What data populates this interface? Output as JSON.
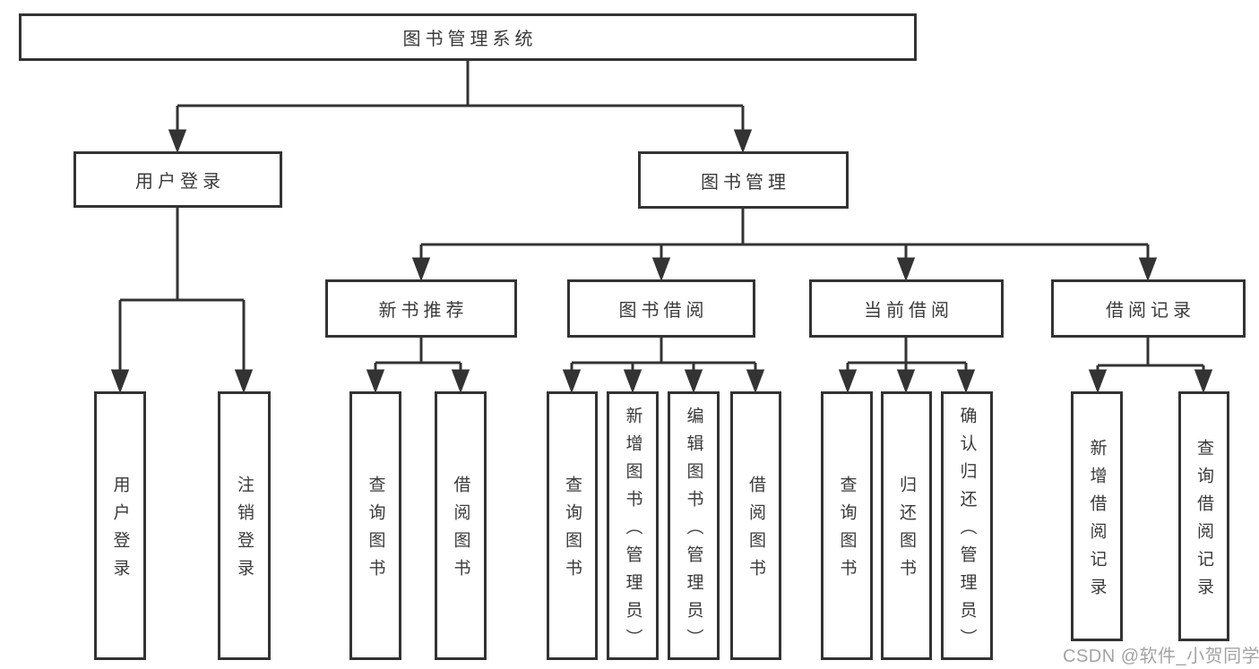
{
  "diagram": {
    "root": {
      "label": "图书管理系统"
    },
    "branches": [
      {
        "label": "用户登录",
        "children": [
          {
            "label": "用户登录"
          },
          {
            "label": "注销登录"
          }
        ]
      },
      {
        "label": "图书管理",
        "children": [
          {
            "label": "新书推荐",
            "children": [
              {
                "label": "查询图书"
              },
              {
                "label": "借阅图书"
              }
            ]
          },
          {
            "label": "图书借阅",
            "children": [
              {
                "label": "查询图书"
              },
              {
                "label": "新增图书（管理员）"
              },
              {
                "label": "编辑图书（管理员）"
              },
              {
                "label": "借阅图书"
              }
            ]
          },
          {
            "label": "当前借阅",
            "children": [
              {
                "label": "查询图书"
              },
              {
                "label": "归还图书"
              },
              {
                "label": "确认归还（管理员）"
              }
            ]
          },
          {
            "label": "借阅记录",
            "children": [
              {
                "label": "新增借阅记录"
              },
              {
                "label": "查询借阅记录"
              }
            ]
          }
        ]
      }
    ]
  },
  "watermark": {
    "text": "CSDN @软件_小贺同学",
    "color": "#a3a3a3"
  },
  "colors": {
    "line": "#333333",
    "box_border": "#333333",
    "text": "#3a3a3a",
    "background": "#ffffff"
  }
}
